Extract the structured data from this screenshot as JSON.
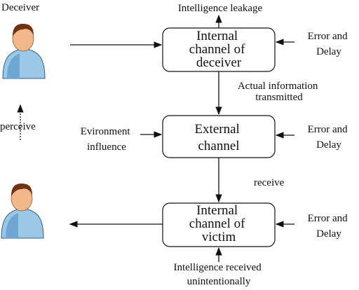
{
  "actors": {
    "deceiver_label": "Deceiver",
    "perceive_label": "perceive"
  },
  "boxes": {
    "deceiver": [
      "Internal",
      "channel of",
      "deceiver"
    ],
    "external": [
      "External",
      "channel"
    ],
    "victim": [
      "Internal",
      "channel of",
      "victim"
    ]
  },
  "labels": {
    "intelligence_leakage": "Intelligence leakage",
    "actual_info": [
      "Actual information",
      "transmitted"
    ],
    "environment": [
      "Evironment",
      "influence"
    ],
    "receive": "receive",
    "received_unintentionally": [
      "Intelligence received",
      "unintentionally"
    ],
    "error_delay": [
      "Error and",
      "Delay"
    ]
  },
  "colors": {
    "figure_fill": "#9cc8e8",
    "figure_dark": "#4f89b8",
    "skin": "#f2b889",
    "hair": "#6f3214",
    "stroke": "#111111"
  }
}
